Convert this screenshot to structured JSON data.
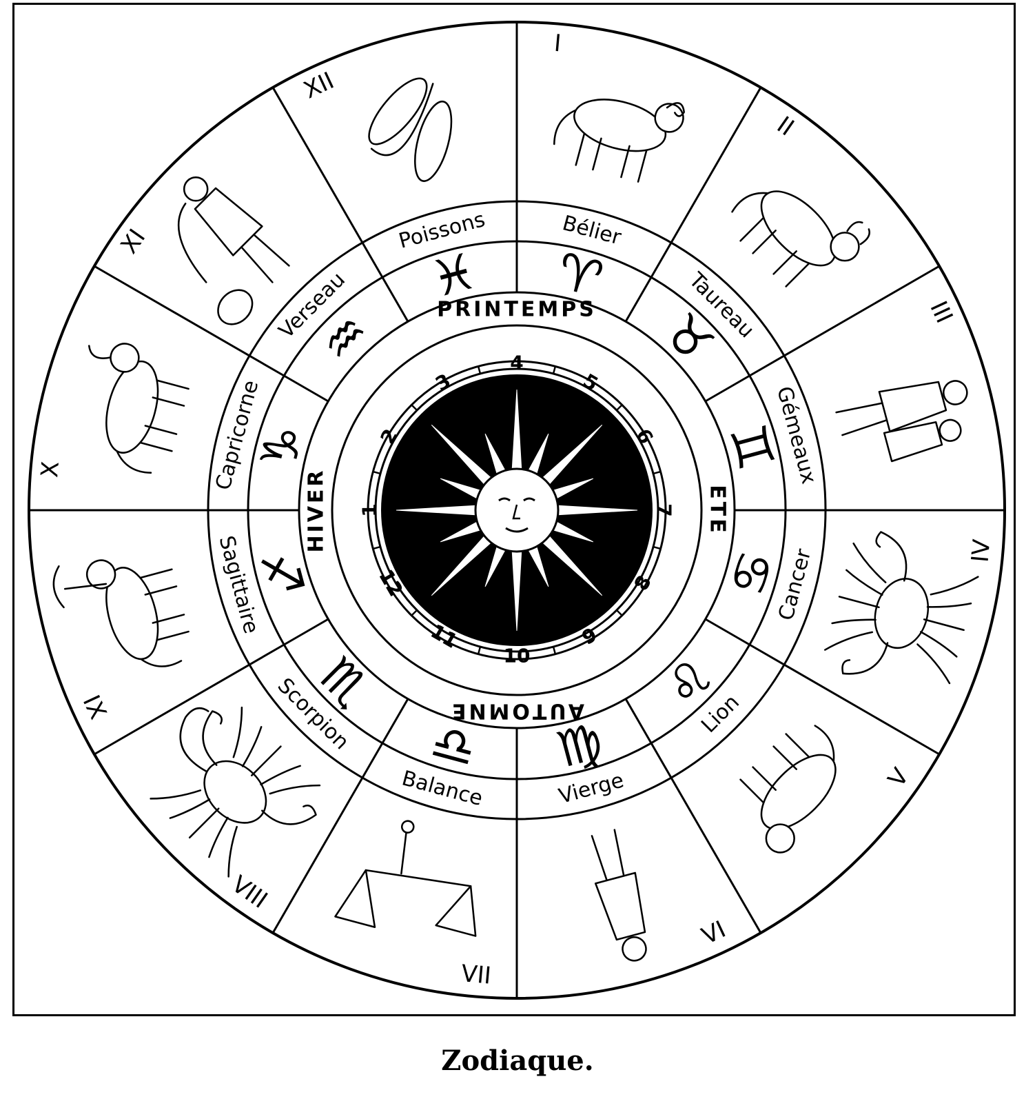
{
  "caption": "Zodiaque.",
  "numerals": [
    "I",
    "II",
    "III",
    "IV",
    "V",
    "VI",
    "VII",
    "VIII",
    "IX",
    "X",
    "XI",
    "XII"
  ],
  "signs": [
    {
      "name": "Bélier",
      "glyph": "♈",
      "figure": "ram"
    },
    {
      "name": "Taureau",
      "glyph": "♉",
      "figure": "bull"
    },
    {
      "name": "Gémeaux",
      "glyph": "♊",
      "figure": "twins"
    },
    {
      "name": "Cancer",
      "glyph": "♋",
      "figure": "crab"
    },
    {
      "name": "Lion",
      "glyph": "♌",
      "figure": "lion"
    },
    {
      "name": "Vierge",
      "glyph": "♍",
      "figure": "maiden"
    },
    {
      "name": "Balance",
      "glyph": "♎",
      "figure": "scales"
    },
    {
      "name": "Scorpion",
      "glyph": "♏",
      "figure": "scorpion"
    },
    {
      "name": "Sagittaire",
      "glyph": "♐",
      "figure": "centaur"
    },
    {
      "name": "Capricorne",
      "glyph": "♑",
      "figure": "goat"
    },
    {
      "name": "Verseau",
      "glyph": "♒",
      "figure": "water-bearer"
    },
    {
      "name": "Poissons",
      "glyph": "♓",
      "figure": "fishes"
    }
  ],
  "seasons": [
    "PRINTEMPS",
    "ETE",
    "AUTOMNE",
    "HIVER"
  ],
  "months": [
    "4",
    "5",
    "6",
    "7",
    "8",
    "9",
    "10",
    "11",
    "12",
    "1",
    "2",
    "3"
  ],
  "center": {
    "figure": "sun-face"
  }
}
